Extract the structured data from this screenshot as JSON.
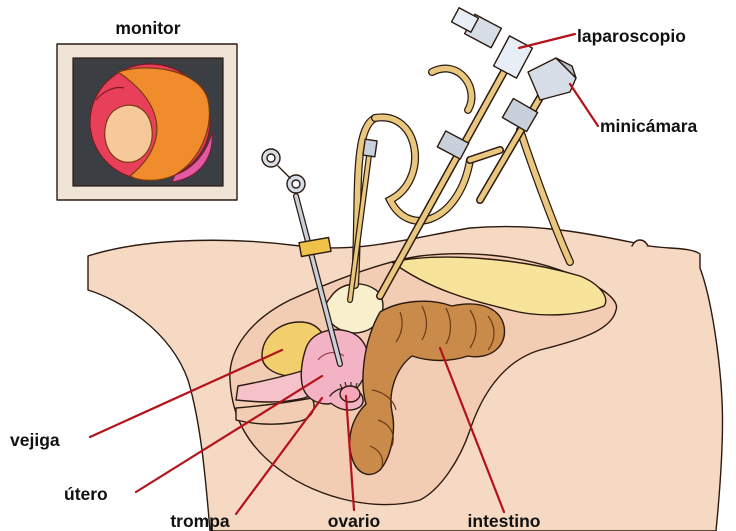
{
  "labels": {
    "monitor": "monitor",
    "laparoscopio": "laparoscopio",
    "minicamara": "minicámara",
    "vejiga": "vejiga",
    "utero": "útero",
    "trompa": "trompa",
    "ovario": "ovario",
    "intestino": "intestino"
  },
  "colors": {
    "leader": "#b5121b",
    "skin": "#f6d9c3",
    "tube": "#e9c77e",
    "uterus": "#f3b3c4",
    "bladder": "#f2cf6c",
    "intestine": "#c98a4a",
    "monitor_frame": "#efe4d6",
    "screen": "#3b3f44"
  }
}
